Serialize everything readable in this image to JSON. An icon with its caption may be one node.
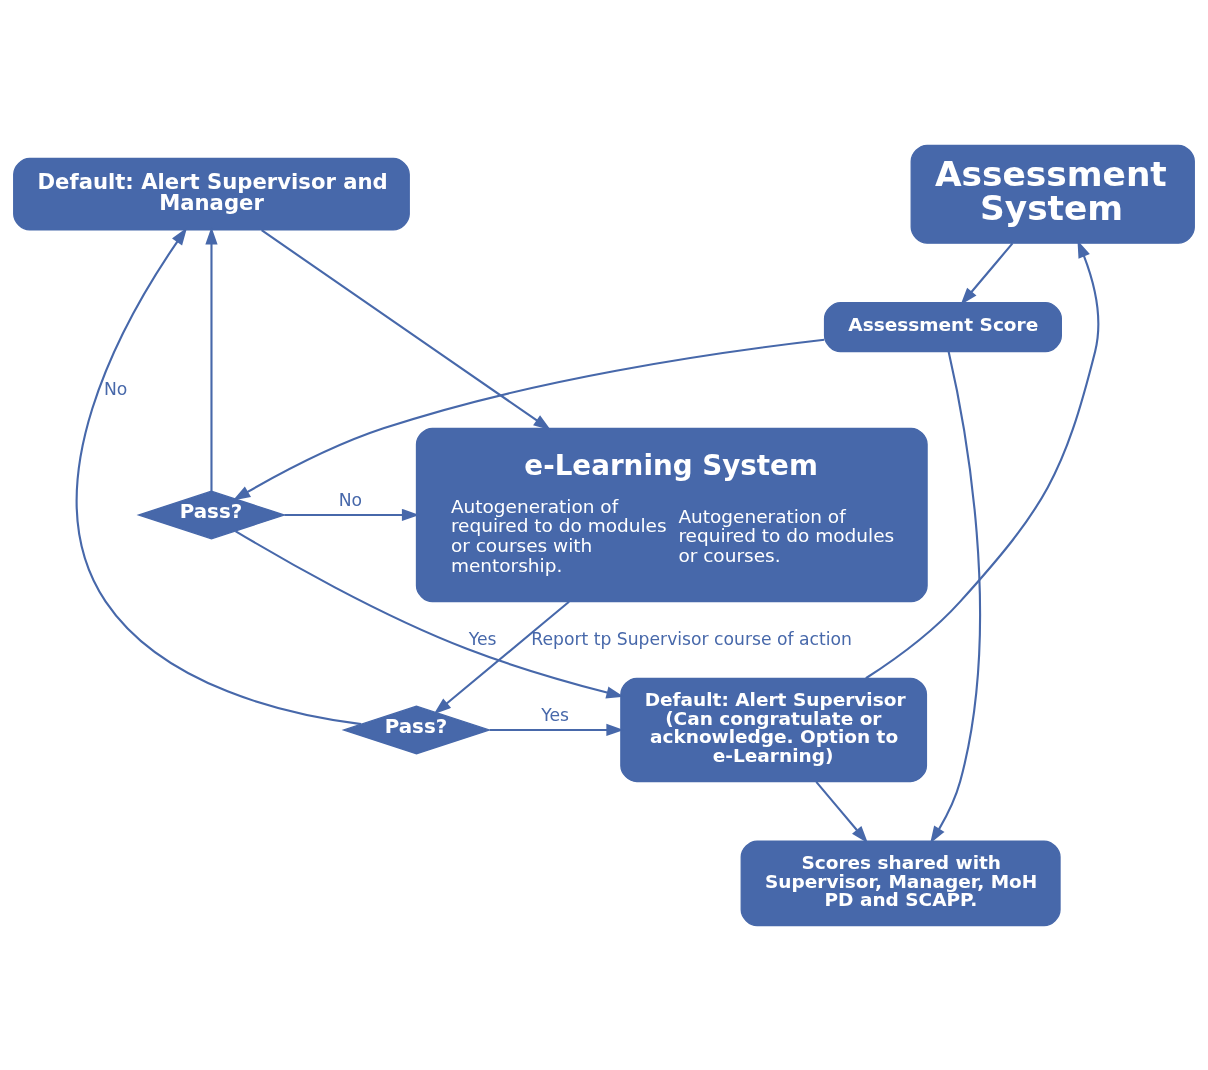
{
  "diagram": {
    "nodes": [
      {
        "text": [
          "Assessment System"
        ]
      },
      {
        "text": [
          "Default: Alert Supervisor and Manager"
        ]
      },
      {
        "text": [
          "Assessment Score"
        ]
      },
      {
        "text": [
          "e-Learning System",
          "Autogeneration of required to do modules or courses with mentorship.",
          "Autogeneration of required to do modules or courses."
        ]
      },
      {
        "text": [
          "Pass?"
        ]
      },
      {
        "text": [
          "Pass?"
        ]
      },
      {
        "text": [
          "Default: Alert Supervisor (Can congratulate or acknowledge. Option to e-Learning)"
        ]
      },
      {
        "text": [
          "Scores shared with Supervisor, Manager, MoH PD and SCAPP."
        ]
      }
    ],
    "edges": [
      {
        "from": 0,
        "to": 2,
        "arrow": "to"
      },
      {
        "from": 2,
        "to": 4,
        "arrow": "to"
      },
      {
        "from": 4,
        "to": 3,
        "arrow": "to",
        "label": "No"
      },
      {
        "from": 4,
        "to": 1,
        "arrow": "to"
      },
      {
        "from": 4,
        "to": 6,
        "arrow": "to",
        "label": "Yes"
      },
      {
        "from": 1,
        "to": 3,
        "arrow": "to"
      },
      {
        "from": 3,
        "to": 5,
        "arrow": "to",
        "label": "Report tp Supervisor course of action"
      },
      {
        "from": 5,
        "to": 1,
        "arrow": "to",
        "label": "No"
      },
      {
        "from": 5,
        "to": 6,
        "arrow": "to",
        "label": "Yes"
      },
      {
        "from": 6,
        "to": 7,
        "arrow": "to"
      },
      {
        "from": 2,
        "to": 7,
        "arrow": "to"
      },
      {
        "from": 6,
        "to": 0,
        "arrow": "to"
      }
    ]
  }
}
